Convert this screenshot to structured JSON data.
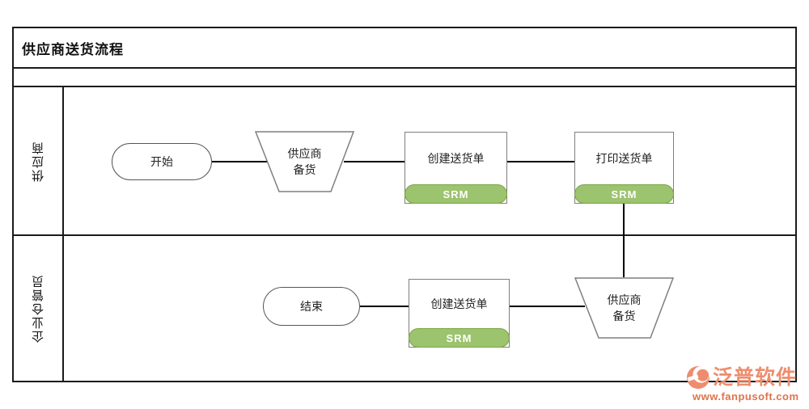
{
  "title": "供应商送货流程",
  "lanes": [
    {
      "label": "供应商"
    },
    {
      "label": "企业仓管员"
    }
  ],
  "nodes": {
    "start": {
      "label": "开始"
    },
    "prep_top": {
      "label": "供应商\n备货"
    },
    "create_top": {
      "label": "创建送货单",
      "badge": "SRM"
    },
    "print_top": {
      "label": "打印送货单",
      "badge": "SRM"
    },
    "end": {
      "label": "结束"
    },
    "create_bottom": {
      "label": "创建送货单",
      "badge": "SRM"
    },
    "prep_bottom": {
      "label": "供应商\n备货"
    }
  },
  "colors": {
    "badge_green": "#9cc36d",
    "badge_border": "#7ba647",
    "watermark": "#ee8d6e",
    "watermark_url": "#e0734d"
  },
  "watermark": {
    "brand": "泛普软件",
    "url": "www.fanpusoft.com"
  }
}
